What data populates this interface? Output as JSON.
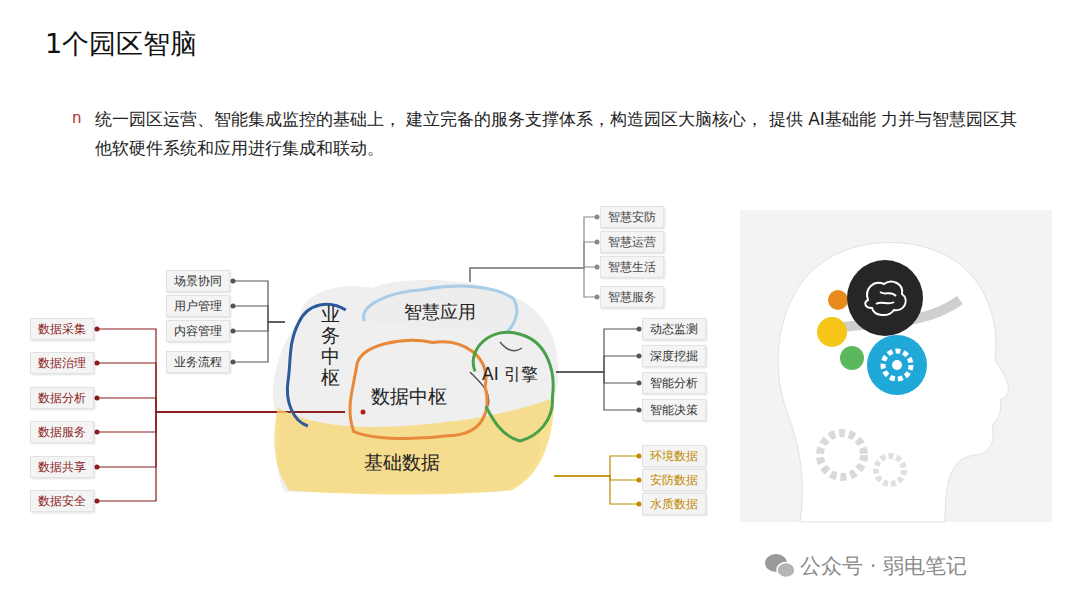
{
  "diagram": {
    "title": "1个园区智脑",
    "nodes": [
      {
        "text": [
          "基础数据"
        ]
      },
      {
        "text": [
          "业务中枢"
        ]
      },
      {
        "text": [
          "智慧应用"
        ]
      },
      {
        "text": [
          "数据中枢"
        ]
      },
      {
        "text": [
          "AI 引擎"
        ]
      },
      {
        "text": [
          "数据采集"
        ]
      },
      {
        "text": [
          "数据治理"
        ]
      },
      {
        "text": [
          "数据分析"
        ]
      },
      {
        "text": [
          "数据服务"
        ]
      },
      {
        "text": [
          "数据共享"
        ]
      },
      {
        "text": [
          "数据安全"
        ]
      },
      {
        "text": [
          "场景协同"
        ]
      },
      {
        "text": [
          "用户管理"
        ]
      },
      {
        "text": [
          "内容管理"
        ]
      },
      {
        "text": [
          "业务流程"
        ]
      },
      {
        "text": [
          "智慧安防"
        ]
      },
      {
        "text": [
          "智慧运营"
        ]
      },
      {
        "text": [
          "智慧生活"
        ]
      },
      {
        "text": [
          "智慧服务"
        ]
      },
      {
        "text": [
          "动态监测"
        ]
      },
      {
        "text": [
          "深度挖掘"
        ]
      },
      {
        "text": [
          "智能分析"
        ]
      },
      {
        "text": [
          "智能决策"
        ]
      },
      {
        "text": [
          "环境数据"
        ]
      },
      {
        "text": [
          "安防数据"
        ]
      },
      {
        "text": [
          "水质数据"
        ]
      }
    ],
    "edges": [
      {
        "from": 5,
        "to": 3,
        "arrow": "none"
      },
      {
        "from": 6,
        "to": 3,
        "arrow": "none"
      },
      {
        "from": 7,
        "to": 3,
        "arrow": "none"
      },
      {
        "from": 8,
        "to": 3,
        "arrow": "none"
      },
      {
        "from": 9,
        "to": 3,
        "arrow": "none"
      },
      {
        "from": 10,
        "to": 3,
        "arrow": "none"
      },
      {
        "from": 11,
        "to": 1,
        "arrow": "none"
      },
      {
        "from": 12,
        "to": 1,
        "arrow": "none"
      },
      {
        "from": 13,
        "to": 1,
        "arrow": "none"
      },
      {
        "from": 14,
        "to": 1,
        "arrow": "none"
      },
      {
        "from": 15,
        "to": 2,
        "arrow": "none"
      },
      {
        "from": 16,
        "to": 2,
        "arrow": "none"
      },
      {
        "from": 17,
        "to": 2,
        "arrow": "none"
      },
      {
        "from": 18,
        "to": 2,
        "arrow": "none"
      },
      {
        "from": 19,
        "to": 4,
        "arrow": "none"
      },
      {
        "from": 20,
        "to": 4,
        "arrow": "none"
      },
      {
        "from": 21,
        "to": 4,
        "arrow": "none"
      },
      {
        "from": 22,
        "to": 4,
        "arrow": "none"
      },
      {
        "from": 23,
        "to": 0,
        "arrow": "none"
      },
      {
        "from": 24,
        "to": 0,
        "arrow": "none"
      },
      {
        "from": 25,
        "to": 0,
        "arrow": "none"
      }
    ],
    "labels": [
      "n",
      "统一园区运营、智能集成监控的基础上， 建立完备的服务支撑体系，构造园区大脑核心， 提供 AI基础能 力并与智慧园区其他软硬件系统和应用进行集成和联动。",
      "公众号 · 弱电笔记"
    ]
  }
}
